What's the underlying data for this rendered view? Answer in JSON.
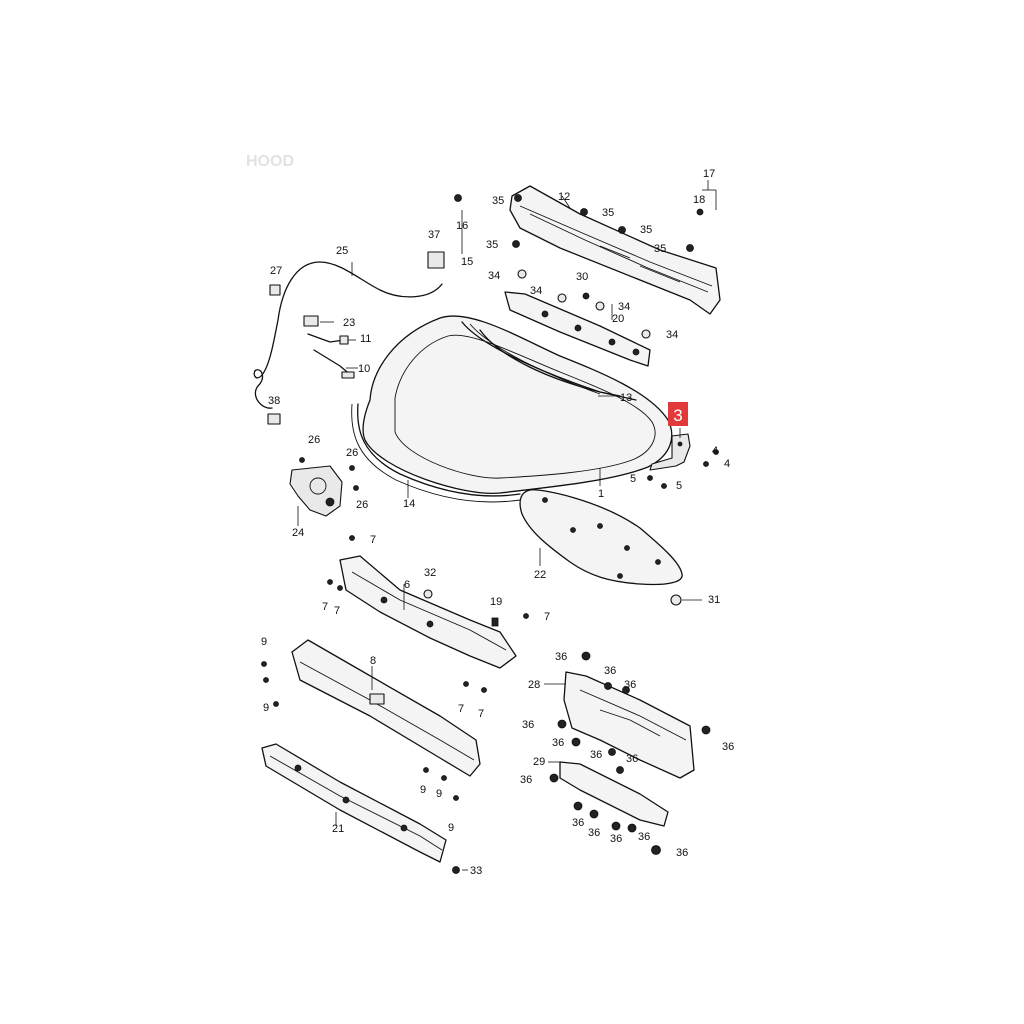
{
  "diagram": {
    "watermark_corner": "HOOD",
    "highlighted_part": "3",
    "callouts": {
      "c1": "1",
      "c3": "3",
      "c4a": "4",
      "c4b": "4",
      "c5a": "5",
      "c5b": "5",
      "c6": "6",
      "c7a": "7",
      "c7b": "7",
      "c7c": "7",
      "c7d": "7",
      "c7e": "7",
      "c7f": "7",
      "c8": "8",
      "c9a": "9",
      "c9b": "9",
      "c9c": "9",
      "c9d": "9",
      "c9e": "9",
      "c10": "10",
      "c11": "11",
      "c12": "12",
      "c13": "13",
      "c14": "14",
      "c15": "15",
      "c16": "16",
      "c17": "17",
      "c18": "18",
      "c19": "19",
      "c20": "20",
      "c21": "21",
      "c22": "22",
      "c23": "23",
      "c24": "24",
      "c25": "25",
      "c26a": "26",
      "c26b": "26",
      "c26c": "26",
      "c27": "27",
      "c28": "28",
      "c29": "29",
      "c30": "30",
      "c31": "31",
      "c32": "32",
      "c33": "33",
      "c34a": "34",
      "c34b": "34",
      "c34c": "34",
      "c34d": "34",
      "c35a": "35",
      "c35b": "35",
      "c35c": "35",
      "c35d": "35",
      "c35e": "35",
      "c36a": "36",
      "c36b": "36",
      "c36c": "36",
      "c36d": "36",
      "c36e": "36",
      "c36f": "36",
      "c36g": "36",
      "c36h": "36",
      "c36i": "36",
      "c36j": "36",
      "c36k": "36",
      "c36l": "36",
      "c36m": "36",
      "c36n": "36",
      "c37": "37",
      "c38": "38"
    }
  }
}
